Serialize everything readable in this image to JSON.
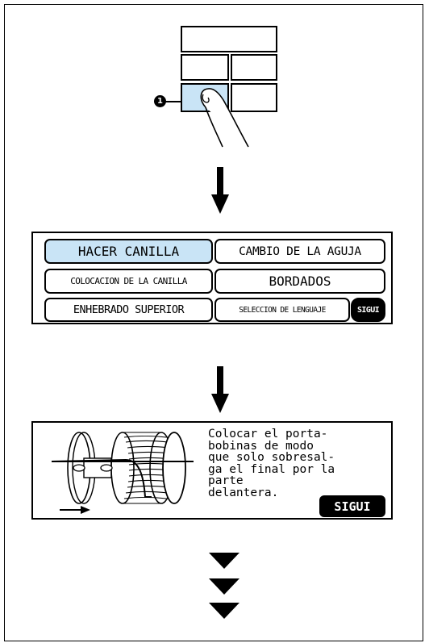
{
  "callout": {
    "number": "1"
  },
  "menu": {
    "buttons": [
      "HACER CANILLA",
      "CAMBIO DE LA AGUJA",
      "COLOCACION DE LA CANILLA",
      "BORDADOS",
      "ENHEBRADO SUPERIOR",
      "SELECCION DE LENGUAJE"
    ],
    "next_label": "SIGUI",
    "active_color": "#c9e4f6"
  },
  "instruction": {
    "lines": [
      "Colocar el porta-",
      "bobinas de modo",
      "que solo sobresal-",
      "ga el final por la",
      "parte",
      "delantera."
    ],
    "next_label": "SIGUI"
  },
  "icons": [
    "finger-press-icon",
    "down-arrow-icon",
    "spool-pin-icon",
    "right-arrow-icon",
    "triple-chevron-down-icon"
  ]
}
